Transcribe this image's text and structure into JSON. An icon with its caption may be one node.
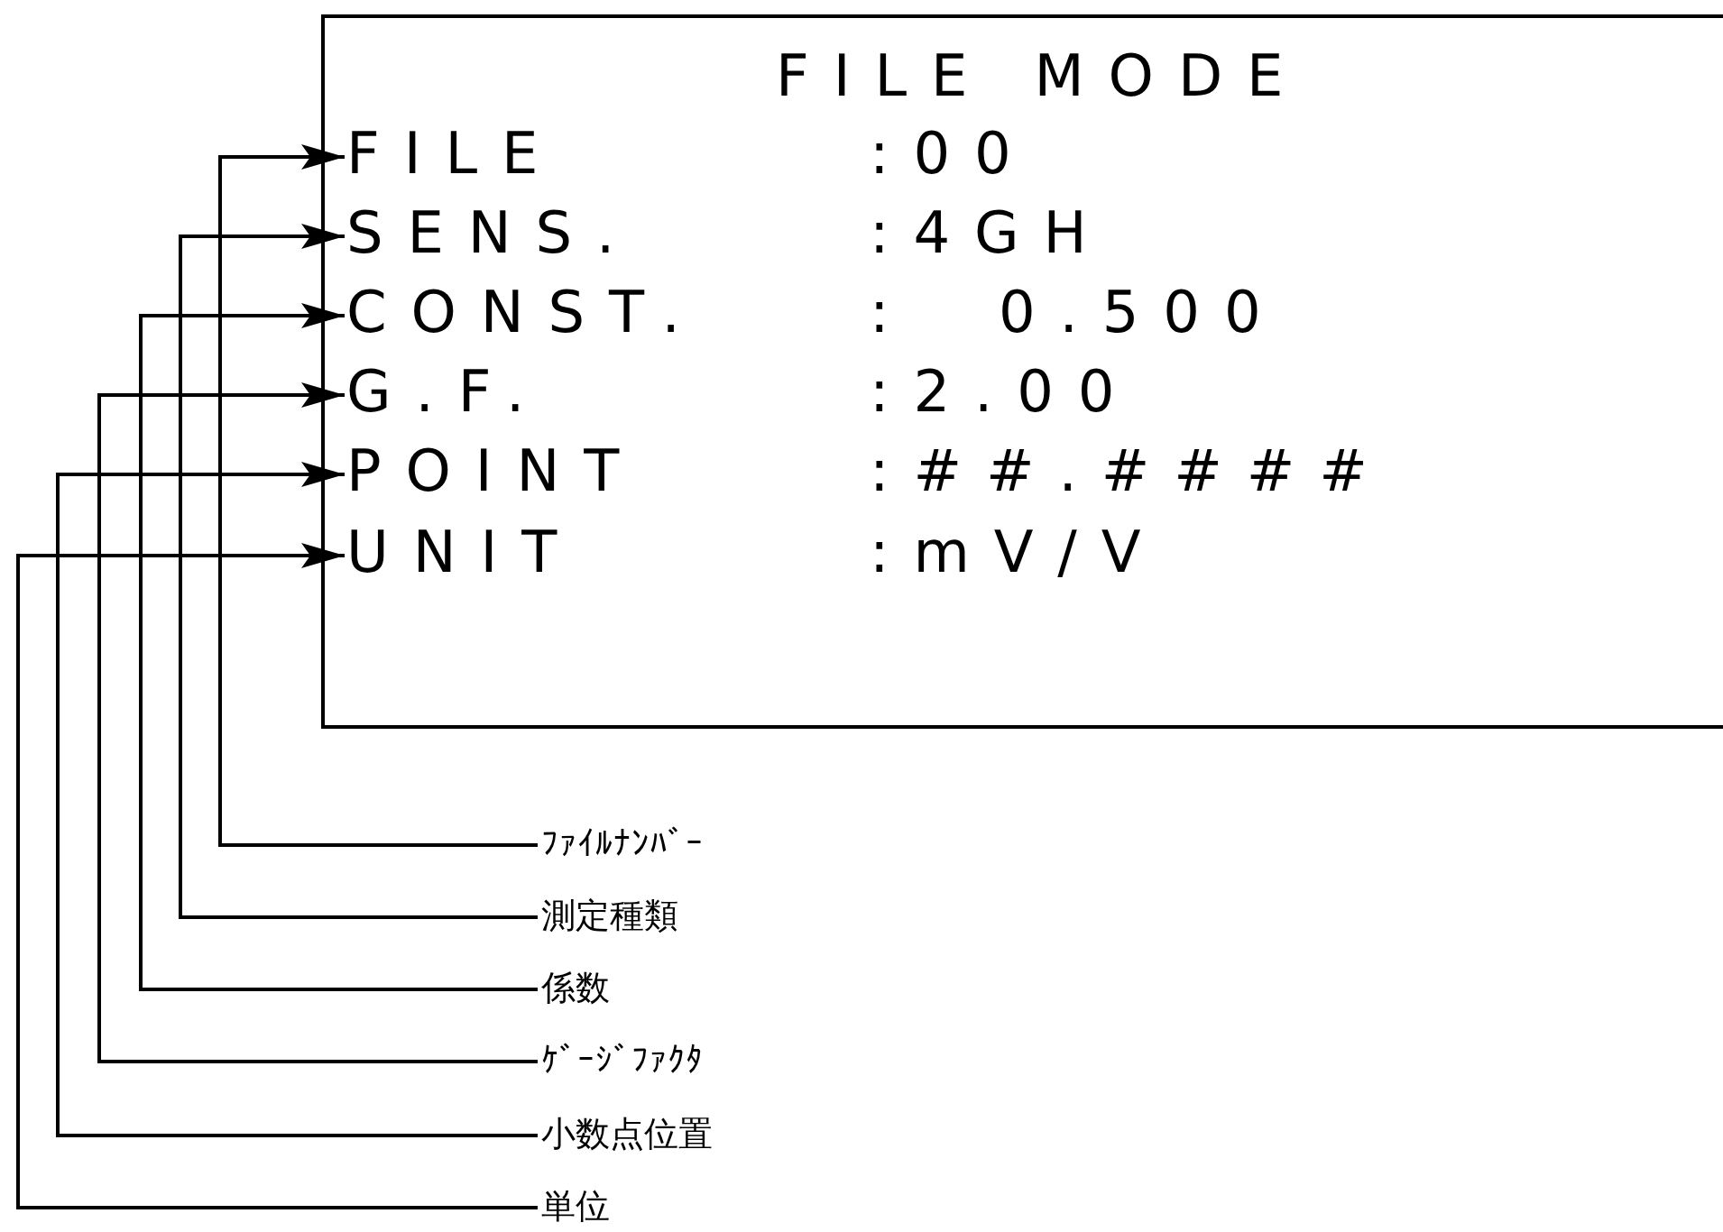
{
  "diagram": {
    "nodes": [
      {
        "text": [
          "FILE MODE"
        ]
      },
      {
        "text": [
          "FILE",
          ":00"
        ],
        "in": 0
      },
      {
        "text": [
          "SENS.",
          ":4GH"
        ],
        "in": 0
      },
      {
        "text": [
          "CONST.",
          ":  0.500"
        ],
        "in": 0
      },
      {
        "text": [
          "G.F.",
          ":2.00"
        ],
        "in": 0
      },
      {
        "text": [
          "POINT",
          ":##.####"
        ],
        "in": 0
      },
      {
        "text": [
          "UNIT",
          ":mV/V"
        ],
        "in": 0
      },
      {
        "text": [
          "ﾌｧｲﾙﾅﾝﾊﾞｰ"
        ]
      },
      {
        "text": [
          "測定種類"
        ]
      },
      {
        "text": [
          "係数"
        ]
      },
      {
        "text": [
          "ｹﾞｰｼﾞﾌｧｸﾀ"
        ]
      },
      {
        "text": [
          "小数点位置"
        ]
      },
      {
        "text": [
          "単位"
        ]
      }
    ],
    "edges": [
      {
        "from": 7,
        "to": 1,
        "arrow": "to"
      },
      {
        "from": 8,
        "to": 2,
        "arrow": "to"
      },
      {
        "from": 9,
        "to": 3,
        "arrow": "to"
      },
      {
        "from": 10,
        "to": 4,
        "arrow": "to"
      },
      {
        "from": 11,
        "to": 5,
        "arrow": "to"
      },
      {
        "from": 12,
        "to": 6,
        "arrow": "to"
      }
    ]
  }
}
